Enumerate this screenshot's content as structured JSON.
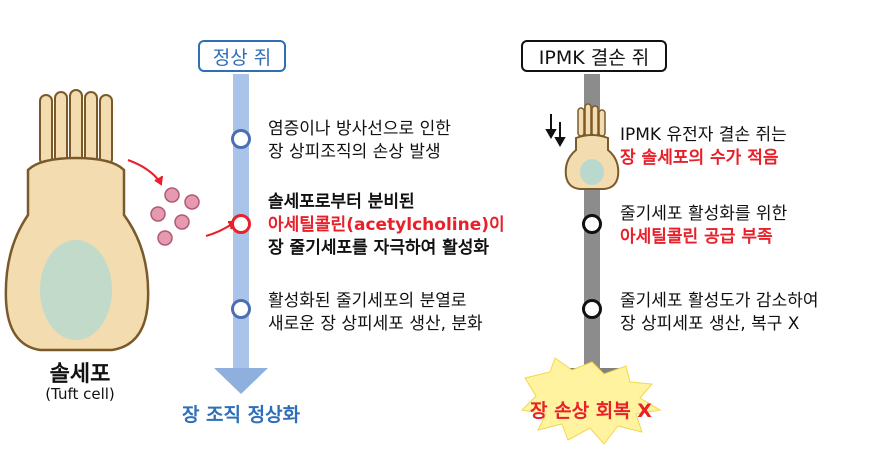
{
  "left_panel": {
    "cell_name": "솔세포",
    "cell_subname": "(Tuft cell)"
  },
  "normal": {
    "header": "정상 쥐",
    "steps": [
      {
        "line1": "염증이나 방사선으로 인한",
        "line2": "장 상피조직의 손상 발생"
      },
      {
        "line1": "솔세포로부터 분비된",
        "line2": "아세틸콜린(acetylcholine)이",
        "line3": "장 줄기세포를 자극하여 활성화"
      },
      {
        "line1": "활성화된 줄기세포의 분열로",
        "line2": "새로운 장 상피세포 생산, 분화"
      }
    ],
    "outcome": "장 조직 정상화",
    "colors": {
      "arrow": "#a9c4e8",
      "circle": "#4a6fb5",
      "outcome": "#2f6fb8"
    }
  },
  "knockout": {
    "header": "IPMK 결손 쥐",
    "steps": [
      {
        "line1": "IPMK 유전자 결손 쥐는",
        "line2": "장 솔세포의 수가 적음"
      },
      {
        "line1": "줄기세포 활성화를 위한",
        "line2": "아세틸콜린 공급 부족"
      },
      {
        "line1": "줄기세포 활성도가 감소하여",
        "line2": "장 상피세포 생산, 복구 X"
      }
    ],
    "outcome": "장 손상 회복 X",
    "colors": {
      "arrow": "#8c8c8c",
      "circle": "#111111",
      "outcome": "#e8202a",
      "burst": "#fff3a0"
    }
  }
}
